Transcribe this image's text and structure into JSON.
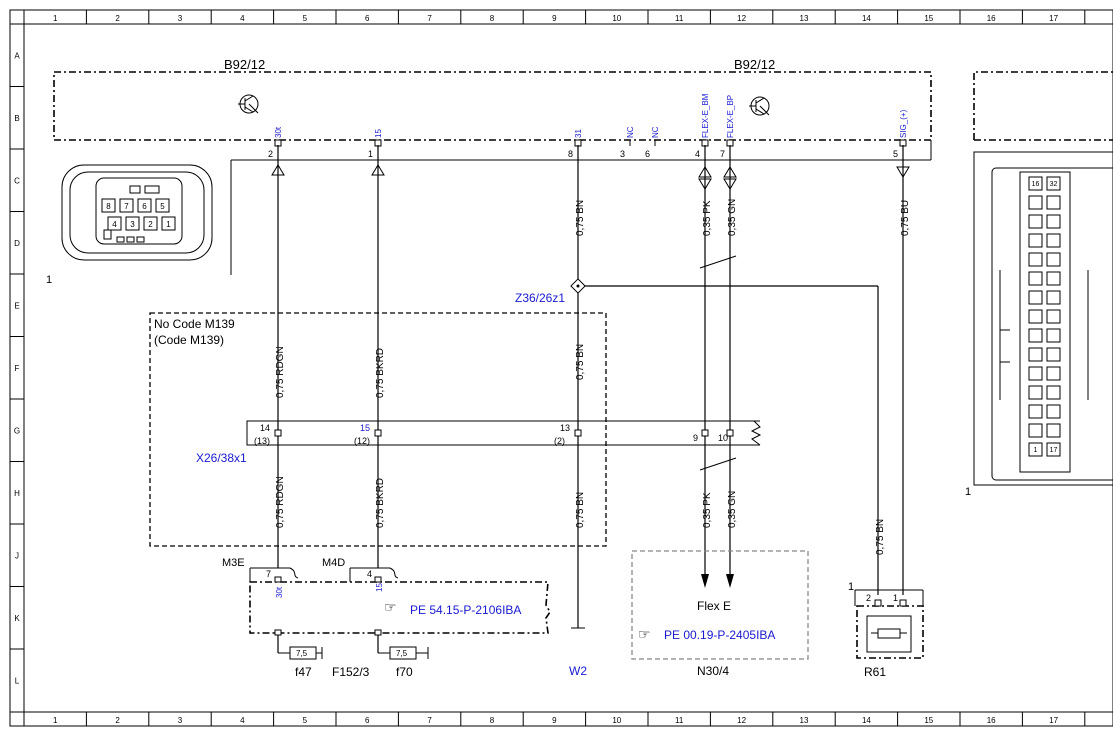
{
  "grid": {
    "columns": [
      "1",
      "2",
      "3",
      "4",
      "5",
      "6",
      "7",
      "8",
      "9",
      "10",
      "11",
      "12",
      "13",
      "14",
      "15",
      "16",
      "17"
    ],
    "rows": [
      "A",
      "B",
      "C",
      "D",
      "E",
      "F",
      "G",
      "H",
      "J",
      "K",
      "L"
    ]
  },
  "components": {
    "b9212_left": "B92/12",
    "b9212_right": "B92/12",
    "connector_ref": "1",
    "connector_ref_right": "1",
    "z36": "Z36/26z1",
    "x26": "X26/38x1",
    "no_code_line1": "No Code M139",
    "no_code_line2": "(Code M139)",
    "m3e": "M3E",
    "m4d": "M4D",
    "ref_pe54": "PE 54.15-P-2106IBA",
    "ref_pe00": "PE 00.19-P-2405IBA",
    "flex_e": "Flex E",
    "f47": "f47",
    "f152": "F152/3",
    "f70": "f70",
    "w2": "W2",
    "n30": "N30/4",
    "r61": "R61",
    "r61_pin1": "1",
    "fuse_rating_1": "7,5",
    "fuse_rating_2": "7,5"
  },
  "b9212_pins": [
    {
      "signal": "30t",
      "num": "2"
    },
    {
      "signal": "15",
      "num": "1"
    },
    {
      "signal": "31",
      "num": "8"
    },
    {
      "signal": "NC",
      "num": "3"
    },
    {
      "signal": "NC",
      "num": "6"
    },
    {
      "signal": "FLEX-E_BM",
      "num": "4"
    },
    {
      "signal": "FLEX-E_BP",
      "num": "7"
    },
    {
      "signal": "SIG_(+)",
      "num": "5"
    }
  ],
  "wire_upper": [
    "0,75 BN",
    "0,35 PK",
    "0,35 GN",
    "0,75 BU"
  ],
  "wire_mid": [
    "0,75 RDGN",
    "0,75 BKRD",
    "0,75 BN"
  ],
  "wire_lower": [
    "0,75 RDGN",
    "0,75 BKRD",
    "0,75 BN",
    "0,35 PK",
    "0,35 GN"
  ],
  "wire_r61": "0,75 BN",
  "x26_pins": [
    {
      "top": "14",
      "bottom": "(13)"
    },
    {
      "top": "15",
      "bottom": "(12)"
    },
    {
      "top": "13",
      "bottom": "(2)"
    },
    {
      "top": "9",
      "bottom": ""
    },
    {
      "top": "10",
      "bottom": ""
    }
  ],
  "m3e_pin": "7",
  "m4d_pin": "4",
  "m3e_sig": "30t",
  "m4d_sig": "15",
  "r61_pins": [
    "2",
    "1"
  ],
  "plug_left_cells": [
    "8",
    "7",
    "6",
    "5",
    "4",
    "3",
    "2",
    "1"
  ],
  "plug_right_cells": [
    "16",
    "32",
    "1",
    "17"
  ]
}
